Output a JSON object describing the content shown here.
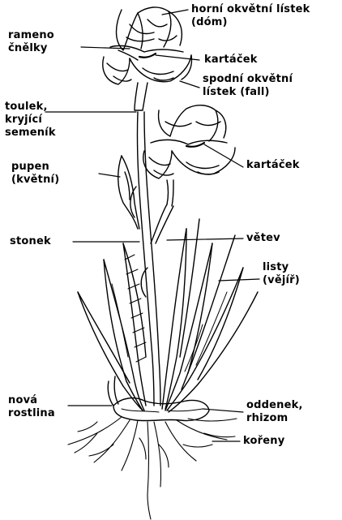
{
  "labels": {
    "horni_okvetni_listek": [
      "horní okvětní lístek",
      "(dóm)"
    ],
    "rameno_cnelky": [
      "rameno",
      "čnělky"
    ],
    "kartacek_top": "kartáček",
    "spodni_okvetni_listek": [
      "spodní okvětní",
      "lístek (fall)"
    ],
    "toulec": [
      "toulek,",
      "kryjící",
      "semeník"
    ],
    "pupen": [
      "pupen",
      "(květní)"
    ],
    "kartacek_mid": "kartáček",
    "stonek": "stonek",
    "vetev": "větev",
    "listy": [
      "listy",
      "(vějíř)"
    ],
    "nova_rostlina": [
      "nová",
      "rostlina"
    ],
    "oddenek": [
      "oddenek,",
      "rhizom"
    ],
    "koreny": "kořeny"
  },
  "colors": {
    "ink": "#000000",
    "background": "#ffffff"
  }
}
